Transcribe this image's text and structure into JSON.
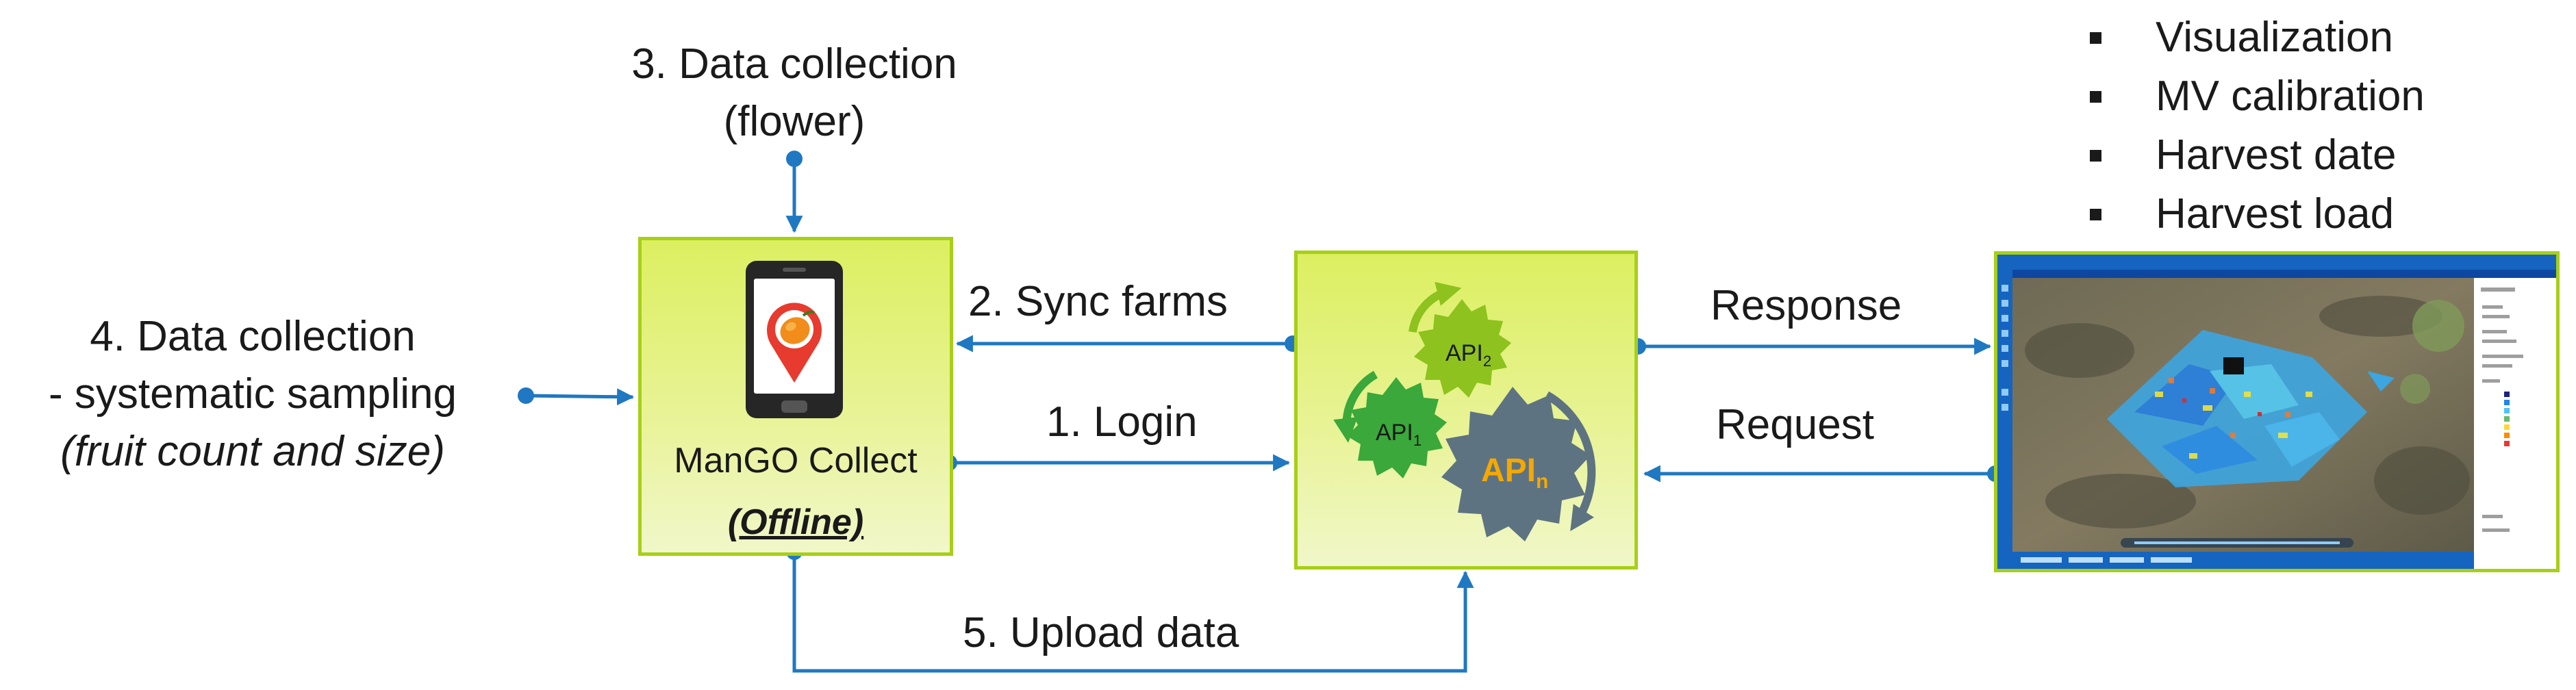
{
  "steps": {
    "data_collection_flower": [
      "3. Data collection",
      "(flower)"
    ],
    "data_collection_systematic": [
      "4. Data collection",
      "- systematic sampling",
      "(fruit count and size)"
    ],
    "sync_farms": "2. Sync farms",
    "login": "1. Login",
    "upload_data": "5. Upload data",
    "response": "Response",
    "request": "Request"
  },
  "mobile_app": {
    "name": "ManGO Collect",
    "mode": "(Offline)"
  },
  "api_server": {
    "apis": [
      {
        "base": "API",
        "sub": "2"
      },
      {
        "base": "API",
        "sub": "1"
      },
      {
        "base": "API",
        "sub": "n"
      }
    ]
  },
  "web_tools": [
    "Visualization",
    "MV calibration",
    "Harvest date",
    "Harvest load"
  ],
  "colors": {
    "arrow": "#1f78c1",
    "box_border": "#a7cf17",
    "box_fill": "#e3f17d",
    "gear_green": "#3aa83a",
    "gear_lime": "#8ec21e",
    "gear_gray": "#5e7381",
    "api_n_text": "#f5a800",
    "phone_red": "#e63b2e"
  },
  "icons": {
    "phone": "smartphone-icon",
    "pin": "map-pin-icon",
    "mango": "mango-icon",
    "gears": "gears-icon"
  }
}
